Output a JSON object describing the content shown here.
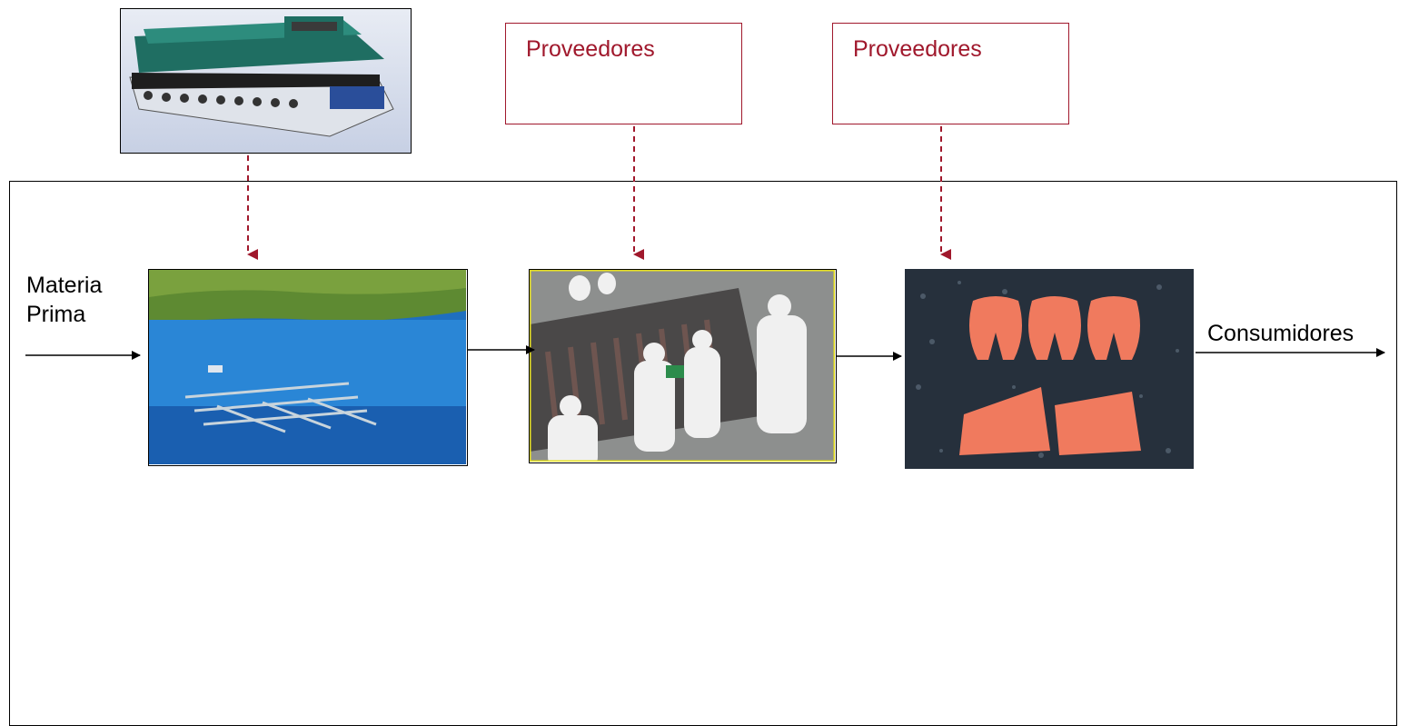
{
  "labels": {
    "materia_line1": "Materia",
    "materia_line2": "Prima",
    "consumidores": "Consumidores"
  },
  "suppliers": [
    {
      "label": "Proveedores"
    },
    {
      "label": "Proveedores"
    }
  ],
  "colors": {
    "supplier_accent": "#a0182c",
    "arrow": "#000000"
  }
}
